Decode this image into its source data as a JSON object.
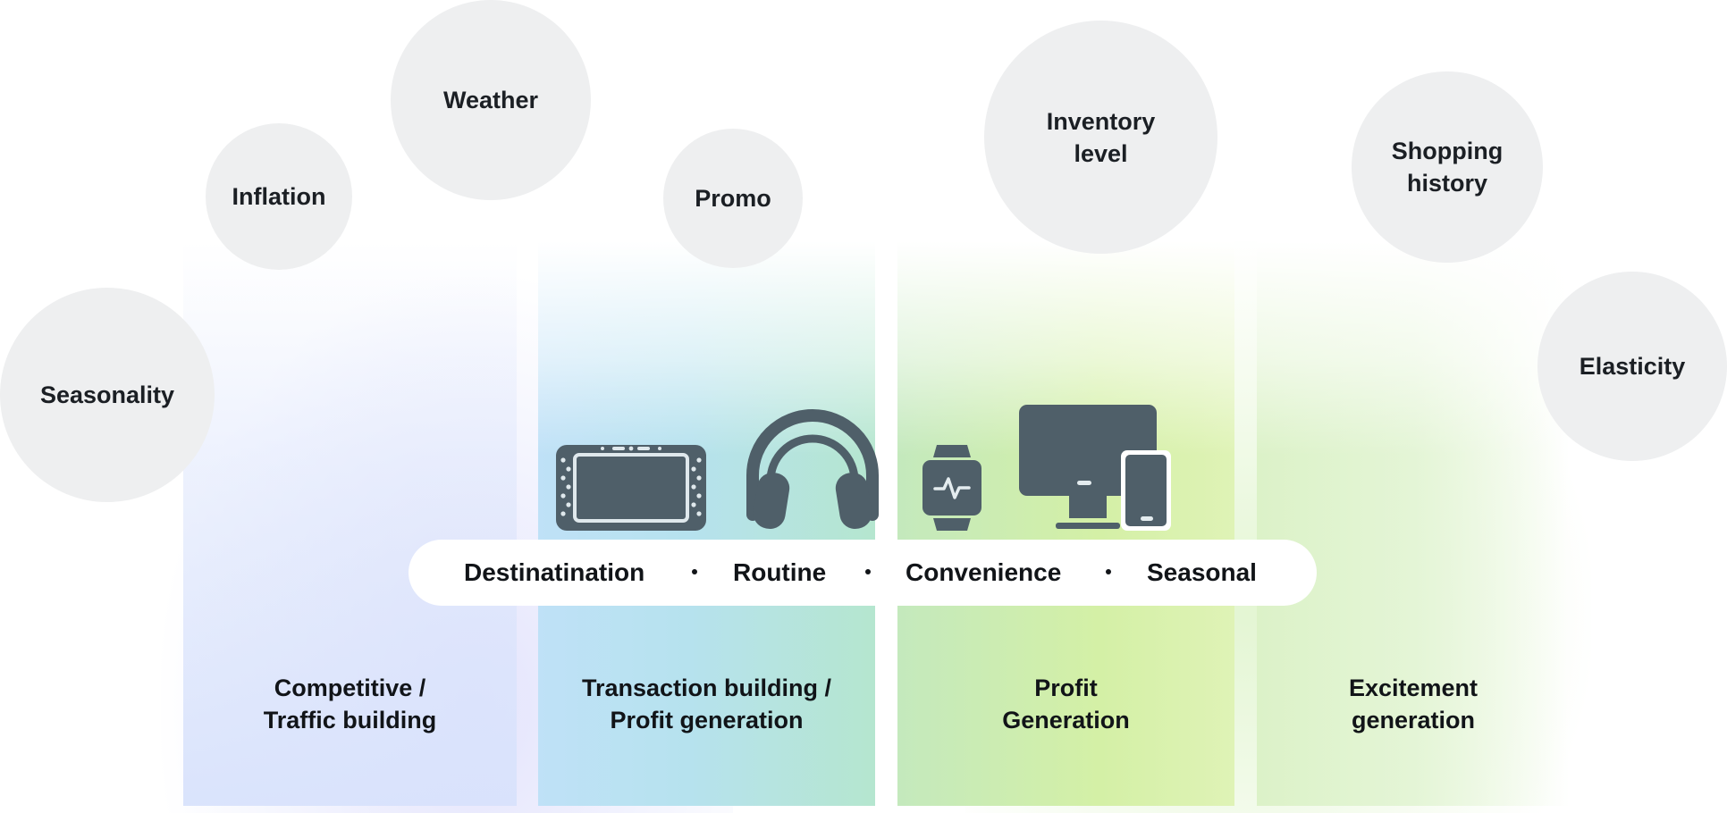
{
  "factors": [
    {
      "id": "seasonality",
      "lines": [
        "Seasonality"
      ]
    },
    {
      "id": "inflation",
      "lines": [
        "Inflation"
      ]
    },
    {
      "id": "weather",
      "lines": [
        "Weather"
      ]
    },
    {
      "id": "promo",
      "lines": [
        "Promo"
      ]
    },
    {
      "id": "inventory",
      "lines": [
        "Inventory",
        "level"
      ]
    },
    {
      "id": "shopping",
      "lines": [
        "Shopping",
        "history"
      ]
    },
    {
      "id": "elasticity",
      "lines": [
        "Elasticity"
      ]
    }
  ],
  "categories": [
    {
      "label": "Destinatination"
    },
    {
      "label": "Routine"
    },
    {
      "label": "Convenience"
    },
    {
      "label": "Seasonal"
    }
  ],
  "columns": [
    {
      "lines": [
        "Competitive /",
        "Traffic building"
      ]
    },
    {
      "lines": [
        "Transaction building /",
        "Profit generation"
      ]
    },
    {
      "lines": [
        "Profit",
        "Generation"
      ]
    },
    {
      "lines": [
        "Excitement",
        "generation"
      ]
    }
  ],
  "icons": [
    {
      "name": "tablet-icon"
    },
    {
      "name": "headphones-icon"
    },
    {
      "name": "smartwatch-icon"
    },
    {
      "name": "desktop-and-phone-icon"
    }
  ],
  "colors": {
    "bubble": "#eeeff0",
    "icon": "#4f5f69",
    "text": "#111418"
  }
}
